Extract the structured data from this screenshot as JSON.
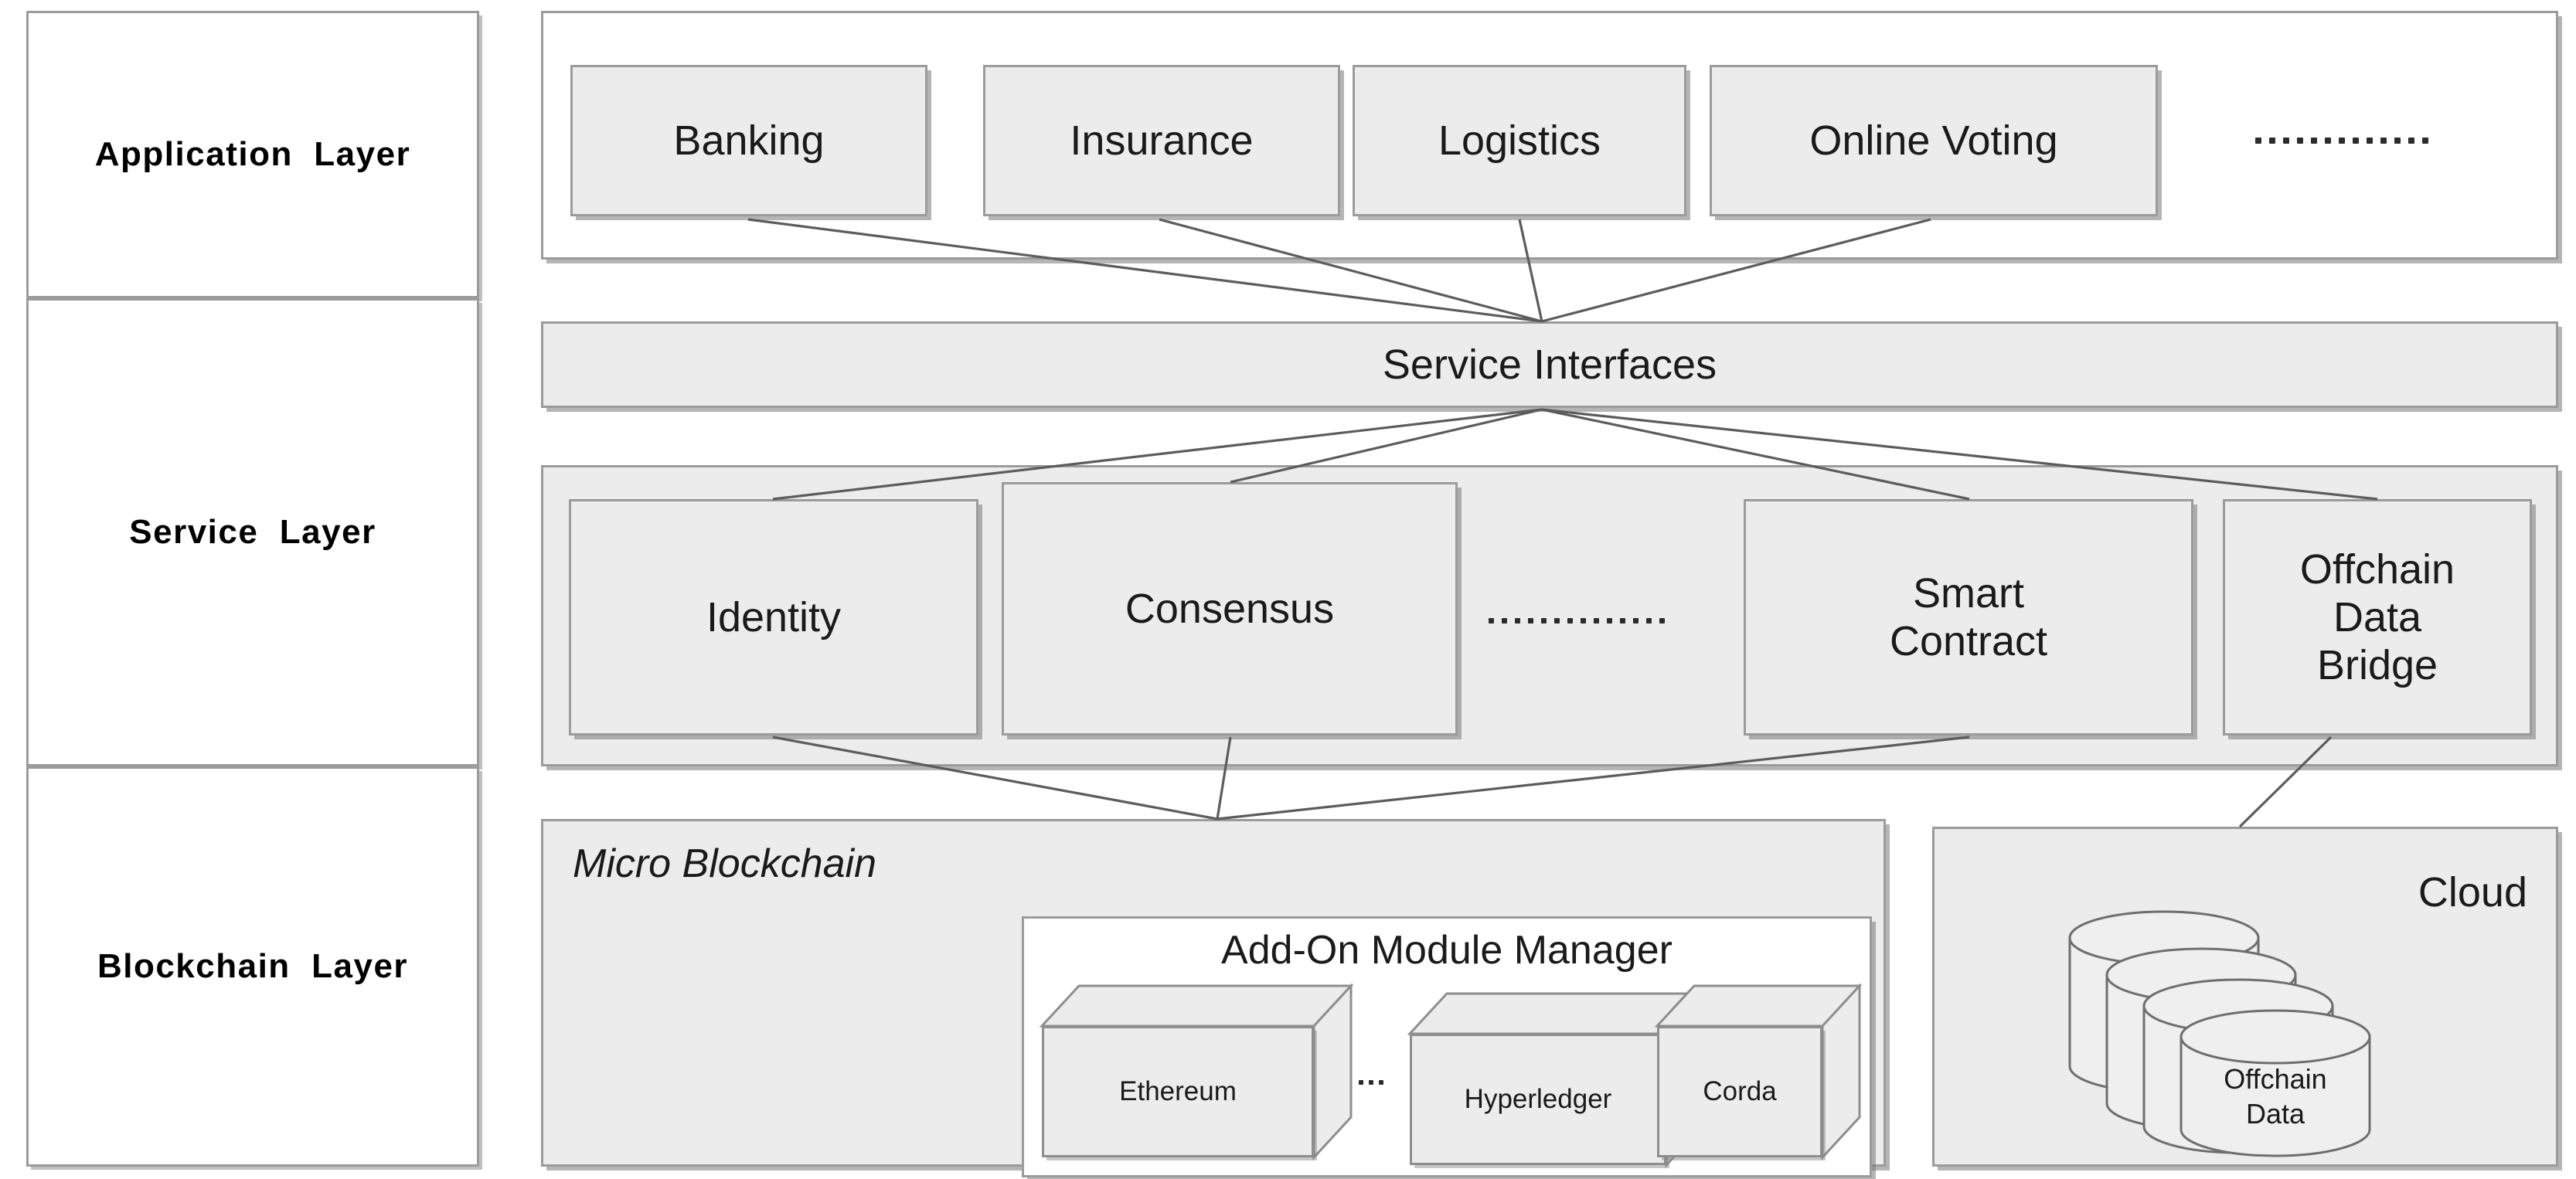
{
  "diagram": {
    "title": "Blockchain platform layered architecture",
    "colors": {
      "box_fill": "#ececec",
      "box_border": "#9b9b9b",
      "line": "#5c5c5c",
      "text": "#1a1a1a",
      "page_background": "#ffffff"
    }
  },
  "layers": [
    {
      "id": "application",
      "label": "Application  Layer"
    },
    {
      "id": "service",
      "label": "Service  Layer"
    },
    {
      "id": "blockchain",
      "label": "Blockchain  Layer"
    }
  ],
  "application_layer": {
    "boxes": [
      {
        "label": "Banking"
      },
      {
        "label": "Insurance"
      },
      {
        "label": "Logistics"
      },
      {
        "label": "Online Voting"
      }
    ],
    "ellipsis": "..............",
    "ellipsis_dot_count": 13
  },
  "service_interfaces": {
    "label": "Service Interfaces"
  },
  "service_layer": {
    "boxes": [
      {
        "label": "Identity"
      },
      {
        "label": "Consensus"
      },
      {
        "label": "Smart\nContract",
        "line1": "Smart",
        "line2": "Contract"
      },
      {
        "label": "Offchain\nData\nBridge",
        "line1": "Offchain",
        "line2": "Data",
        "line3": "Bridge"
      }
    ],
    "ellipsis": "..............",
    "ellipsis_dot_count": 14
  },
  "blockchain_layer": {
    "micro_blockchain": {
      "label": "Micro Blockchain"
    },
    "addon_module_manager": {
      "title": "Add-On Module Manager",
      "modules": [
        {
          "label": "Ethereum"
        },
        {
          "label": "Hyperledger"
        },
        {
          "label": "Corda"
        }
      ],
      "ellipsis": "...",
      "ellipsis_dot_count": 3
    },
    "cloud": {
      "label": "Cloud",
      "database": {
        "line1": "Offchain",
        "line2": "Data",
        "stack_count": 4
      }
    }
  }
}
